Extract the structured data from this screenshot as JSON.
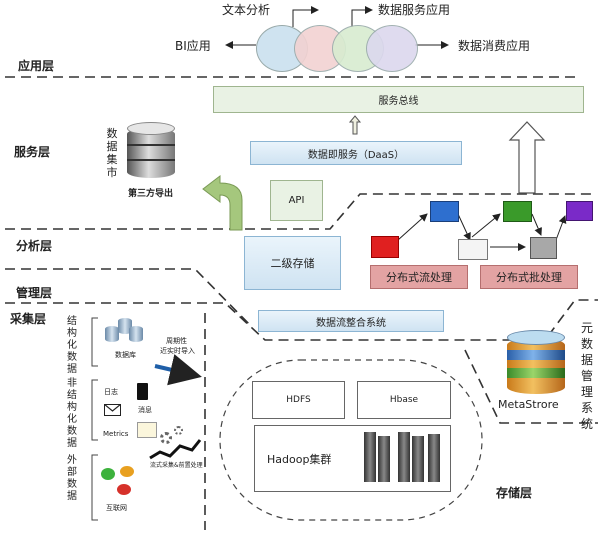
{
  "top": {
    "text_analysis": "文本分析",
    "data_service_app": "数据服务应用",
    "bi_app": "BI应用",
    "data_consume_app": "数据消费应用"
  },
  "layers": {
    "app": "应用层",
    "service": "服务层",
    "analysis": "分析层",
    "management": "管理层",
    "collection": "采集层",
    "storage": "存储层"
  },
  "service": {
    "bus": "服务总线",
    "daas": "数据即服务（DaaS）",
    "api": "API",
    "data_mart": "数据集市",
    "third_party_export": "第三方导出"
  },
  "analysis": {
    "secondary_storage": "二级存储",
    "stream_processing": "分布式流处理",
    "batch_processing": "分布式批处理"
  },
  "management": {
    "integration_system": "数据流整合系统",
    "metastore": "MetaStrore",
    "meta_mgmt": "元数据管理系统"
  },
  "collection": {
    "structured": "结构化数据",
    "database": "数据库",
    "import_note_1": "周期性",
    "import_note_2": "近实时导入",
    "unstructured": "非结构化数据",
    "log": "日志",
    "message": "消息",
    "metrics": "Metrics",
    "external": "外部数据",
    "internet": "互联网",
    "stream_collect": "流式采集&前置处理"
  },
  "storage": {
    "hdfs": "HDFS",
    "hbase": "Hbase",
    "hadoop": "Hadoop集群"
  },
  "colors": {
    "circle1": "#cfe3f0",
    "circle2": "#f2d2d2",
    "circle3": "#d8ecd0",
    "circle4": "#dcd8ee",
    "cube_red": "#e02020",
    "cube_blue": "#2e6fcf",
    "cube_green": "#3a9a2a",
    "cube_purple": "#7a2ac8",
    "cube_white": "#f4f4f4",
    "cube_gray": "#a8a8a8"
  }
}
